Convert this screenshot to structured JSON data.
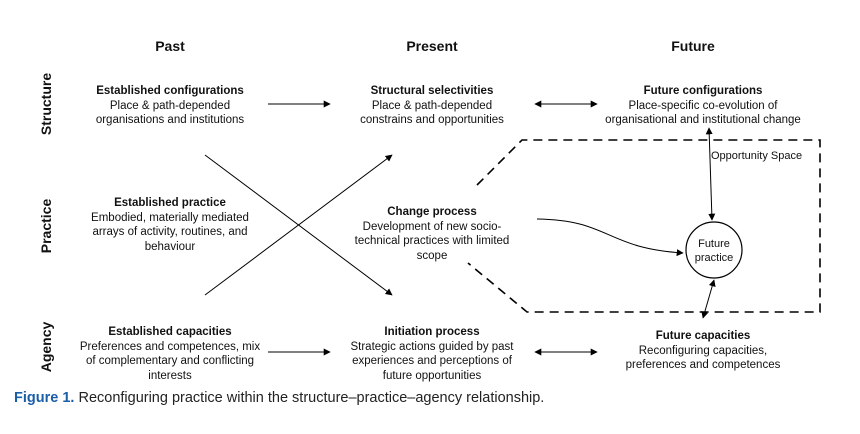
{
  "columns": {
    "past": "Past",
    "present": "Present",
    "future": "Future"
  },
  "rows": {
    "structure": "Structure",
    "practice": "Practice",
    "agency": "Agency"
  },
  "cells": {
    "structure_past": {
      "title": "Established configurations",
      "desc": "Place & path-depended\norganisations and institutions"
    },
    "structure_present": {
      "title": "Structural selectivities",
      "desc": "Place & path-depended\nconstrains and opportunities"
    },
    "structure_future": {
      "title": "Future configurations",
      "desc": "Place-specific co-evolution of\norganisational and institutional change"
    },
    "practice_past": {
      "title": "Established practice",
      "desc": "Embodied, materially mediated\narrays of activity, routines, and\nbehaviour"
    },
    "practice_present": {
      "title": "Change process",
      "desc": "Development of new socio-\ntechnical practices with limited\nscope"
    },
    "agency_past": {
      "title": "Established capacities",
      "desc": "Preferences and competences, mix\nof complementary and conflicting\ninterests"
    },
    "agency_present": {
      "title": "Initiation process",
      "desc": "Strategic actions guided by past\nexperiences and perceptions of\nfuture opportunities"
    },
    "agency_future": {
      "title": "Future capacities",
      "desc": "Reconfiguring capacities,\npreferences and competences"
    }
  },
  "opportunity_space": "Opportunity Space",
  "future_practice": "Future\npractice",
  "caption": {
    "figure": "Figure 1.",
    "text": " Reconfiguring practice within the structure–practice–agency relationship."
  },
  "colors": {
    "caption_accent": "#1a5ea8",
    "lines": "#000000"
  }
}
